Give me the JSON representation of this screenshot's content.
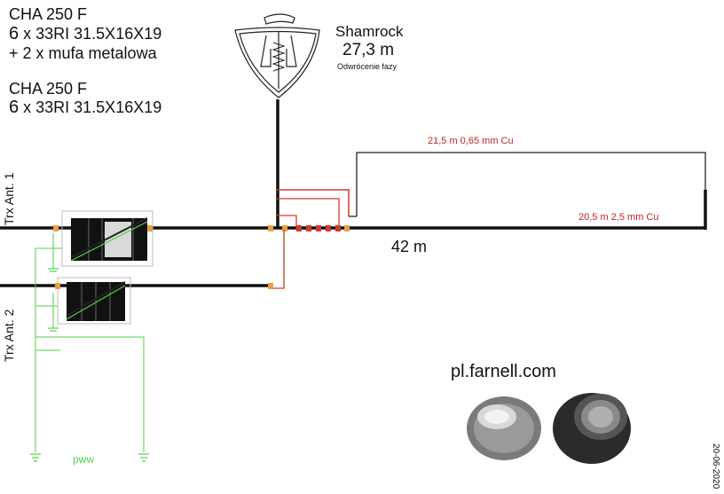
{
  "specs": {
    "line1": "CHA 250 F",
    "line2_count": "6",
    "line2_rest": " x 33RI 31.5X16X19",
    "line3": "+ 2 x mufa metalowa",
    "line4": "CHA 250 F",
    "line5_count": "6",
    "line5_rest": " x 33RI 31.5X16X19"
  },
  "antenna": {
    "name": "Shamrock",
    "length": "27,3 m",
    "note": "Odwrócenie fazy"
  },
  "wires": {
    "upper": "21,5 m 0,65 mm Cu",
    "lower": "20,5 m 2,5 mm Cu",
    "main_length": "42 m"
  },
  "ports": {
    "ant1": "Trx Ant. 1",
    "ant2": "Trx Ant. 2"
  },
  "ground_label": "pww",
  "source": "pl.farnell.com",
  "date": "20-06-2020",
  "colors": {
    "wire": "#111111",
    "red_wire": "#d0392b",
    "ground": "#4fd246",
    "connector": "#e8a040"
  }
}
